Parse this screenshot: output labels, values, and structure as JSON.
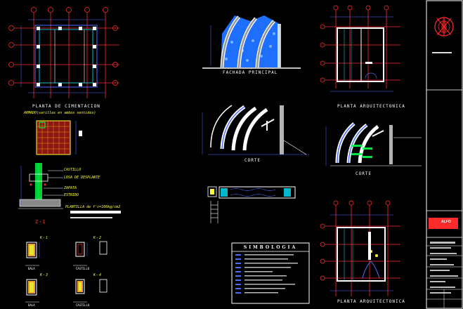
{
  "labels": {
    "planta_cimentacion": "PLANTA DE CIMENTACION",
    "fachada": "FACHADA PRINCIPAL",
    "planta_arq_top": "PLANTA ARQUITECTONICA",
    "planta_arq_bottom": "PLANTA ARQUITECTONICA",
    "corte_1": "CORTE",
    "corte_2": "CORTE",
    "simbologia": "SIMBOLOGIA",
    "castillo": "CASTILLO",
    "losa_desplante": "LOSA DE DESPLANTE",
    "zapata": "ZAPATA",
    "armado_note": "ARMADO(varillas en ambos sentidos)",
    "plantilla": "PLANTILLA de f'c=100kg/cm2",
    "z1": "Z-1",
    "estribo": "ESTRIBO",
    "dala1": "DALA",
    "dala2": "DALA",
    "castillo1": "CASTILLO",
    "castillo2": "CASTILLO",
    "sec1": "K-1",
    "sec2": "K-2",
    "sec3": "K-3",
    "sec4": "K-4"
  },
  "title_block": {
    "logo_text": "ALFO"
  },
  "colors": {
    "background": "#000000",
    "grid_axis": "#ff2a2a",
    "column": "#ffffff",
    "wall_dim": "#4d6dff",
    "hatch_cyan": "#00e5ff",
    "detail_green": "#00ff44",
    "accent_yellow": "#ffff33",
    "title_red": "#ff2a2a"
  }
}
